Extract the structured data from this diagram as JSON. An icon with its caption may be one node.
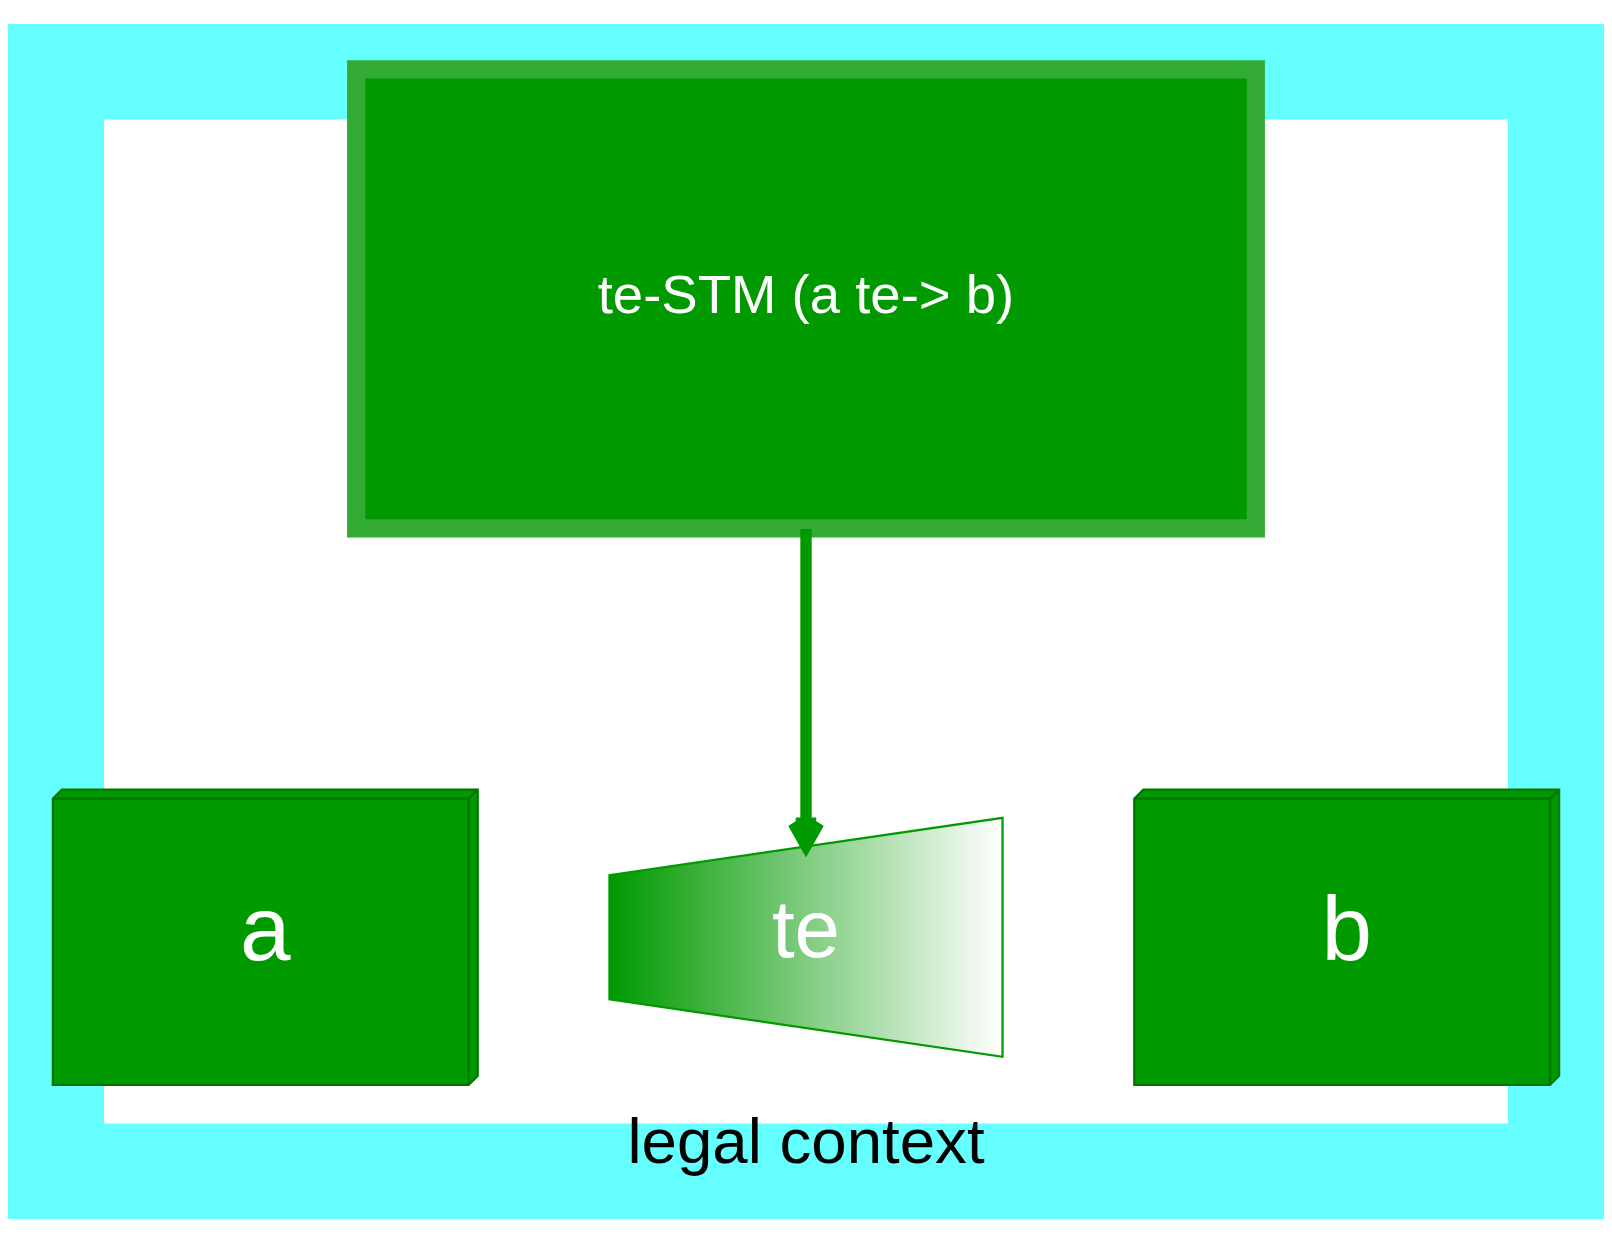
{
  "diagram": {
    "nodes": [
      {
        "text": [
          "legal context"
        ]
      },
      {
        "text": [
          "a"
        ],
        "in": 0
      },
      {
        "text": [
          "te"
        ],
        "in": 0
      },
      {
        "text": [
          "b"
        ],
        "in": 0
      },
      {
        "text": [
          "te-STM (a te-> b)"
        ],
        "in": 0
      }
    ],
    "edges": [
      {
        "from": 4,
        "to": 2,
        "arrow": "to"
      }
    ]
  }
}
